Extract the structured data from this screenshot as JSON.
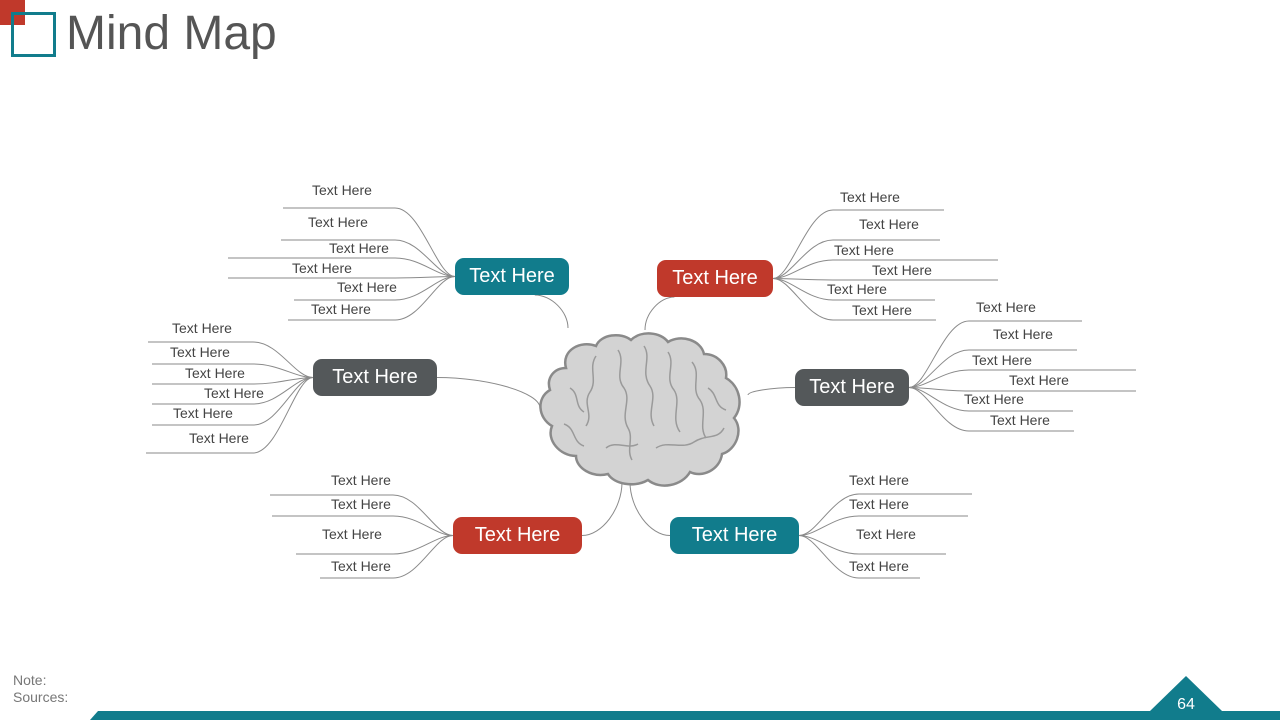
{
  "title": "Mind Map",
  "footer": {
    "note": "Note:",
    "sources": "Sources:",
    "page_number": "64"
  },
  "colors": {
    "teal": "#117c8c",
    "red": "#c0392b",
    "gray": "#54585a",
    "brain": "#d3d3d3",
    "lines": "#8a8a8a"
  },
  "branches": [
    {
      "label": "Text Here",
      "color": "teal",
      "leaves": [
        "Text Here",
        "Text Here",
        "Text Here",
        "Text Here",
        "Text Here",
        "Text Here"
      ]
    },
    {
      "label": "Text Here",
      "color": "red",
      "leaves": [
        "Text Here",
        "Text Here",
        "Text Here",
        "Text Here",
        "Text Here",
        "Text Here"
      ]
    },
    {
      "label": "Text Here",
      "color": "gray",
      "leaves": [
        "Text Here",
        "Text Here",
        "Text Here",
        "Text Here",
        "Text Here",
        "Text Here"
      ]
    },
    {
      "label": "Text Here",
      "color": "gray",
      "leaves": [
        "Text Here",
        "Text Here",
        "Text Here",
        "Text Here",
        "Text Here",
        "Text Here"
      ]
    },
    {
      "label": "Text Here",
      "color": "red",
      "leaves": [
        "Text Here",
        "Text Here",
        "Text Here",
        "Text Here"
      ]
    },
    {
      "label": "Text Here",
      "color": "teal",
      "leaves": [
        "Text Here",
        "Text Here",
        "Text Here",
        "Text Here"
      ]
    }
  ]
}
